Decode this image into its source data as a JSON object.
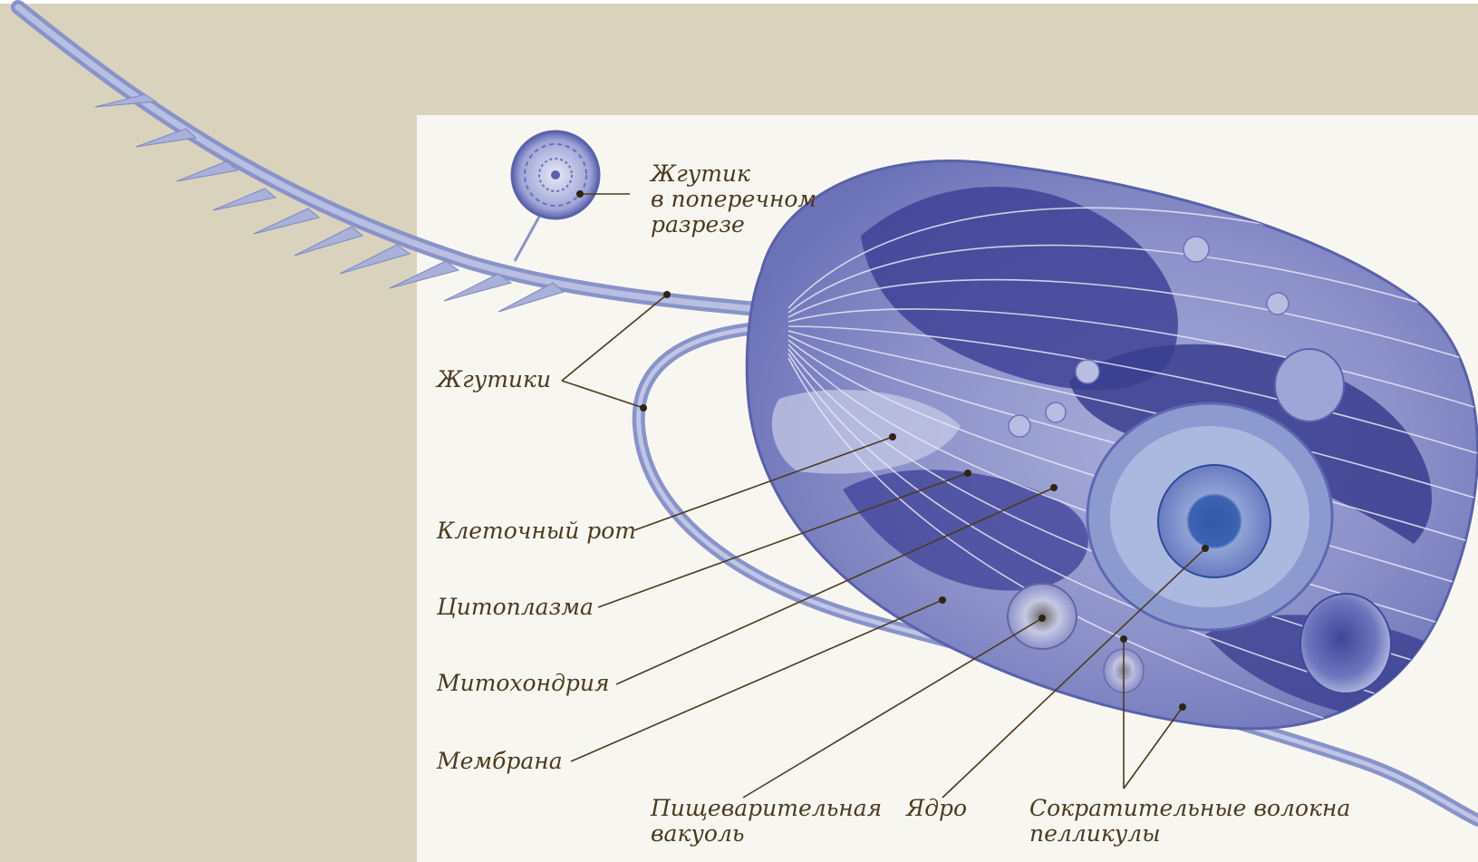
{
  "labels": {
    "flagellum_cross_section": [
      "Жгутик",
      "в поперечном",
      "разрезе"
    ],
    "flagella": "Жгутики",
    "cell_mouth": "Клеточный  рот",
    "cytoplasm": "Цитоплазма",
    "mitochondrion": "Митохондрия",
    "membrane": "Мембрана",
    "digestive_vacuole": [
      "Пищеварительная",
      "вакуоль"
    ],
    "nucleus": "Ядро",
    "contractile_fibers": [
      "Сократительные  волокна",
      "пелликулы"
    ]
  },
  "colors": {
    "background_outer": "#d9d3bd",
    "panel": "#f7f6f1",
    "cell_body": "#8f95cf",
    "cell_dark": "#3b3d8f",
    "flagellum": "#9da6d6",
    "label_text": "#4a3b1f"
  }
}
